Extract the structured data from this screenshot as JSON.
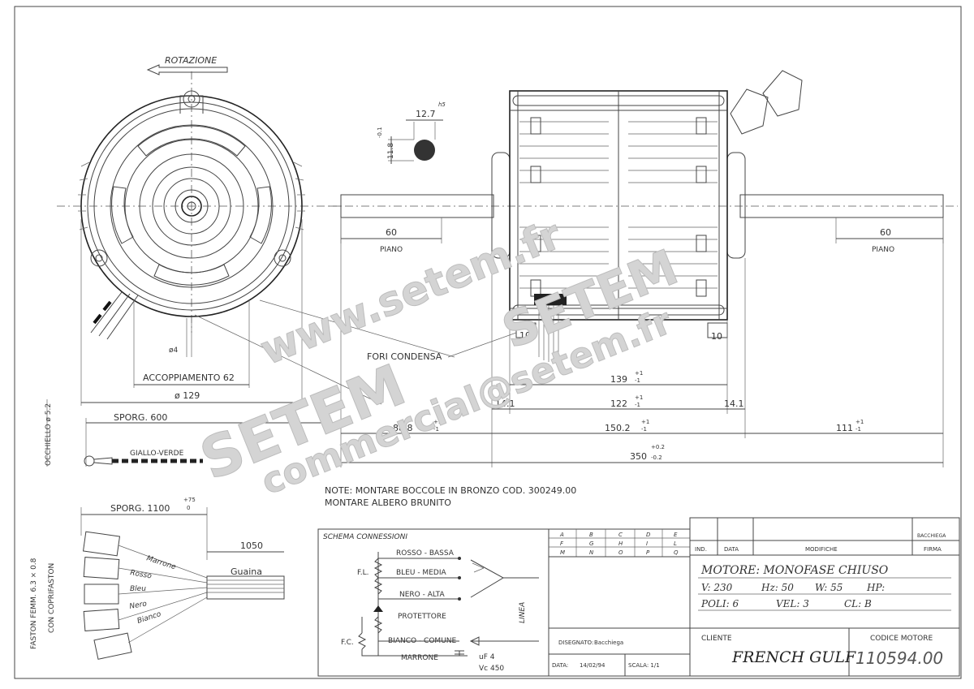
{
  "rotation_label": "ROTAZIONE",
  "dims": {
    "shaft_h": "h5",
    "shaft_w": "12.7",
    "shaft_tol": "-0.1",
    "shaft_dia": "11.8",
    "piano_left_val": "60",
    "piano_left_lbl": "PIANO",
    "piano_right_val": "60",
    "piano_right_lbl": "PIANO",
    "d4": "ø4",
    "accoppiamento": "ACCOPPIAMENTO 62",
    "d129": "ø 129",
    "fori": "FORI CONDENSA",
    "d10a": "10",
    "d10b": "10",
    "d139": "139",
    "tol_p1": "+1",
    "tol_m1": "-1",
    "d122": "122",
    "d14a": "14.1",
    "d14b": "14.1",
    "d88": "88.8",
    "d150": "150.2",
    "d111": "111",
    "tol_p02": "+0.2",
    "tol_m02": "-0.2",
    "d350": "350",
    "sporg600": "SPORG. 600",
    "occhiello": "OCCHIELLO ø 5.2",
    "giallo": "GIALLO-VERDE",
    "sporg1100": "SPORG. 1100",
    "tol75": "+75",
    "tol0": "0",
    "d1050": "1050"
  },
  "notes": {
    "line1": "NOTE: MONTARE BOCCOLE IN BRONZO COD. 300249.00",
    "line2": "MONTARE ALBERO BRUNITO"
  },
  "faston": {
    "label1": "FASTON FEMM. 6.3 × 0.8",
    "label2": "CON COPRIFASTON",
    "wires": [
      "Marrone",
      "Rosso",
      "Bleu",
      "Nero",
      "Bianco"
    ],
    "guaina": "Guaina"
  },
  "schema": {
    "title": "SCHEMA CONNESSIONI",
    "rosso": "ROSSO - BASSA",
    "bleu": "BLEU - MEDIA",
    "nero": "NERO - ALTA",
    "protettore": "PROTETTORE",
    "bianco": "BIANCO - COMUNE",
    "marrone": "MARRONE",
    "fl": "F.L.",
    "fc": "F.C.",
    "uf": "uF 4",
    "vc": "Vc 450",
    "linea": "LINEA"
  },
  "grid": {
    "row1": [
      "A",
      "B",
      "C",
      "D",
      "E"
    ],
    "row2": [
      "F",
      "G",
      "H",
      "I",
      "L"
    ],
    "row3": [
      "M",
      "N",
      "O",
      "P",
      "Q"
    ]
  },
  "titleblock": {
    "ind": "IND.",
    "data": "DATA",
    "modifiche": "MODIFICHE",
    "bacchiega_small": "BACCHIEGA",
    "firma": "FIRMA",
    "motore": "MOTORE: MONOFASE CHIUSO",
    "v": "V: 230",
    "hz": "Hz: 50",
    "w": "W: 55",
    "hp": "HP:",
    "poli": "POLI: 6",
    "vel": "VEL: 3",
    "cl": "CL: B",
    "disegnato_lbl": "DISEGNATO:",
    "disegnato_val": "Bacchiega",
    "data_lbl": "DATA:",
    "data_val": "14/02/94",
    "scala": "SCALA: 1/1",
    "cliente_lbl": "CLIENTE",
    "cliente_val": "FRENCH GULF",
    "codice_lbl": "CODICE MOTORE",
    "codice_val": "110594.00"
  },
  "watermarks": {
    "url": "www.setem.fr",
    "brand": "SETEM",
    "brand2": "SETEM",
    "email": "commercial@setem.fr"
  }
}
